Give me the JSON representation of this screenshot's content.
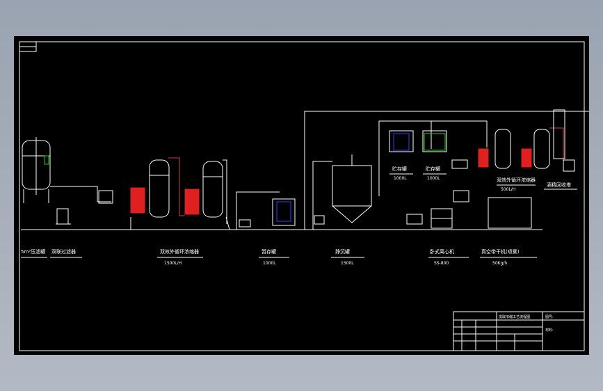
{
  "drawing": {
    "labels": [
      {
        "name": "tank-label-1",
        "text": "5m³压滤罐",
        "sub": ""
      },
      {
        "name": "filter-label",
        "text": "双联过滤器",
        "sub": ""
      },
      {
        "name": "evaporator-label-1",
        "text": "双效外循环浓缩器",
        "sub": "1500L/H"
      },
      {
        "name": "temp-tank-label",
        "text": "暂存罐",
        "sub": "1000L"
      },
      {
        "name": "settling-tank-label",
        "text": "静沉罐",
        "sub": "1500L"
      },
      {
        "name": "centrifuge-label",
        "text": "卧式离心机",
        "sub": "SS-800"
      },
      {
        "name": "dryer-label",
        "text": "真空带干机(喷雾)",
        "sub": "50Kg/h"
      },
      {
        "name": "storage-tank-a-label",
        "text": "贮存罐",
        "sub": "1000L"
      },
      {
        "name": "storage-tank-b-label",
        "text": "贮存罐",
        "sub": "1000L"
      },
      {
        "name": "evaporator-label-2",
        "text": "双效外循环浓缩器",
        "sub": "500L/H"
      },
      {
        "name": "recovery-label",
        "text": "酒精回收塔",
        "sub": ""
      }
    ],
    "title_block": {
      "title": "提取浓缩工艺流程图",
      "field_no": "图号:",
      "field_mat": "材料:"
    }
  },
  "colors": {
    "background": "#000000",
    "line": "#ffffff",
    "red_vessel": "#e02020",
    "blue_fluid": "#3040ff",
    "pipe_red": "#d04040",
    "green": "#20d020"
  }
}
